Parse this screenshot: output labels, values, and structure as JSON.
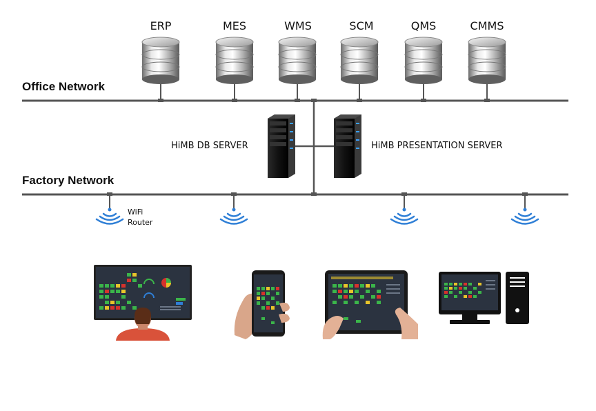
{
  "systems": [
    "ERP",
    "MES",
    "WMS",
    "SCM",
    "QMS",
    "CMMS"
  ],
  "networks": {
    "office": "Office Network",
    "factory": "Factory Network"
  },
  "servers": {
    "db": "HiMB DB SERVER",
    "presentation": "HiMB PRESENTATION SERVER"
  },
  "wifi": {
    "line1": "WiFi",
    "line2": "Router"
  },
  "colors": {
    "line": "#555555",
    "wifi": "#2f7fd6",
    "server_body": "#1b1b1b",
    "server_led": "#3aa0ff",
    "tile_green": "#3bb54a",
    "tile_yellow": "#e8c42a",
    "tile_red": "#d6322c",
    "screen_bg": "#2b3340"
  },
  "devices": [
    "wall-display",
    "smartphone",
    "tablet",
    "desktop-pc"
  ]
}
